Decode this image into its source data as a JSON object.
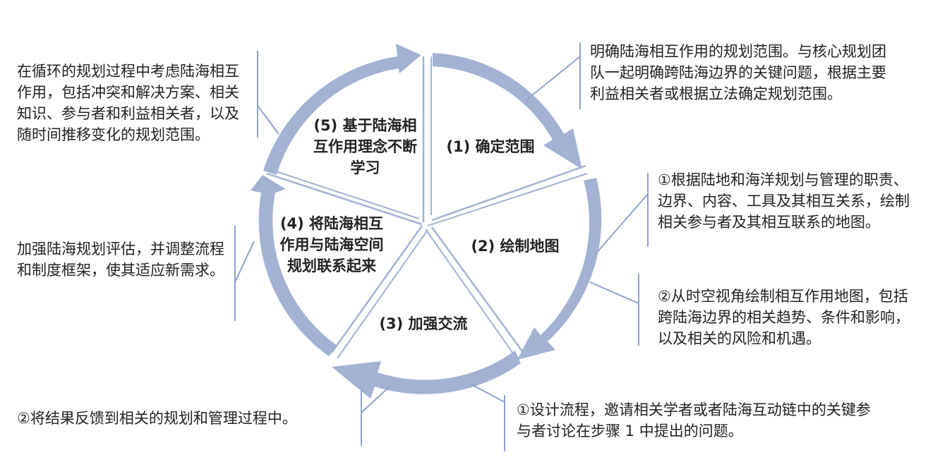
{
  "colors": {
    "ring": "#a3b2d3",
    "divider": "#a3b2d3",
    "bracket": "#8ea3cc",
    "text": "#222222"
  },
  "steps": [
    {
      "label": "(1) 确定范围"
    },
    {
      "label": "(2) 绘制地图"
    },
    {
      "label": "(3) 加强交流"
    },
    {
      "label": "(4) 将陆海相互作用与陆海空间规划联系起来"
    },
    {
      "label": "(5) 基于陆海相互作用理念不断学习"
    }
  ],
  "notes": {
    "step1": "明确陆海相互作用的规划范围。与核心规划团队一起明确跨陆海边界的关键问题，根据主要利益相关者或根据立法确定规划范围。",
    "step2a": "①根据陆地和海洋规划与管理的职责、边界、内容、工具及其相互关系，绘制相关参与者及其相互联系的地图。",
    "step2b": "②从时空视角绘制相互作用地图，包括跨陆海边界的相关趋势、条件和影响，以及相关的风险和机遇。",
    "step3a": "①设计流程，邀请相关学者或者陆海互动链中的关键参与者讨论在步骤 1 中提出的问题。",
    "step3b": "②将结果反馈到相关的规划和管理过程中。",
    "step4": "加强陆海规划评估，并调整流程和制度框架，使其适应新需求。",
    "step5": "在循环的规划过程中考虑陆海相互作用，包括冲突和解决方案、相关知识、参与者和利益相关者，以及随时间推移变化的规划范围。"
  }
}
